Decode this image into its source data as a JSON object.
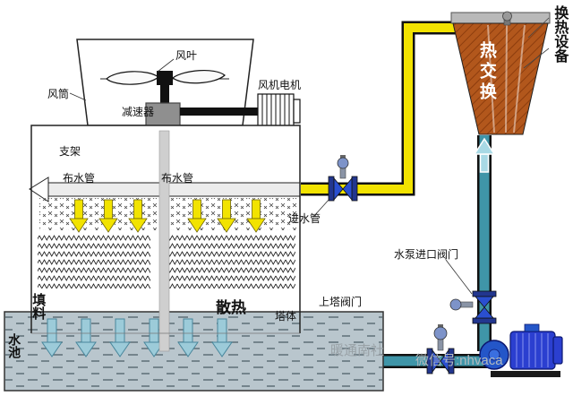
{
  "colors": {
    "hot_pipe": "#f2e300",
    "cold_pipe": "#3f95a8",
    "exchanger": "#b2571c",
    "exchanger_dark": "#8d3d0e",
    "pump": "#2b3fd0",
    "pool": "#b9c6cd",
    "valve": "#2a4fd0"
  },
  "diagram": {
    "cooling_tower": {
      "fan_blade": "风叶",
      "fan_duct": "风筒",
      "fan_motor": "风机电机",
      "reducer": "减速器",
      "support": "支架",
      "spray_pipe_left": "布水管",
      "spray_pipe_right": "布水管",
      "fill": "填料",
      "heat_dissipation": "散热",
      "tower_body": "塔体",
      "pool": "水池"
    },
    "piping": {
      "inlet_pipe": "进水管",
      "upper_tower_valve": "上塔阀门",
      "pump_inlet_valve": "水泵进口阀门"
    },
    "heat_exchanger": {
      "label": "热交换",
      "equipment": "换热设备"
    },
    "watermark": {
      "brand": "暖通南社",
      "wechat": "微信号:nhvaca"
    }
  }
}
